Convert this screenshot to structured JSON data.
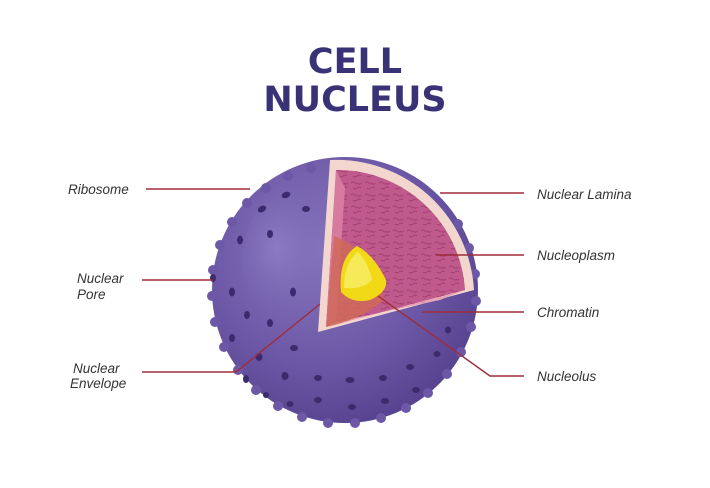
{
  "title": {
    "line1": "CELL",
    "line2": "NUCLEUS"
  },
  "labels": {
    "ribosome": "Ribosome",
    "nuclear_pore_1": "Nuclear",
    "nuclear_pore_2": "Pore",
    "nuclear_envelope_1": "Nuclear",
    "nuclear_envelope_2": "Envelope",
    "nuclear_lamina": "Nuclear Lamina",
    "nucleoplasm": "Nucleoplasm",
    "chromatin": "Chromatin",
    "nucleolus": "Nucleolus"
  },
  "colors": {
    "title": "#3a3277",
    "outer_sphere": "#6e5aa8",
    "leader_line": "#a02c3c",
    "nucleoplasm": "#c15a8c",
    "nucleolus": "#f2d916",
    "lamina": "#f3d7cf"
  }
}
